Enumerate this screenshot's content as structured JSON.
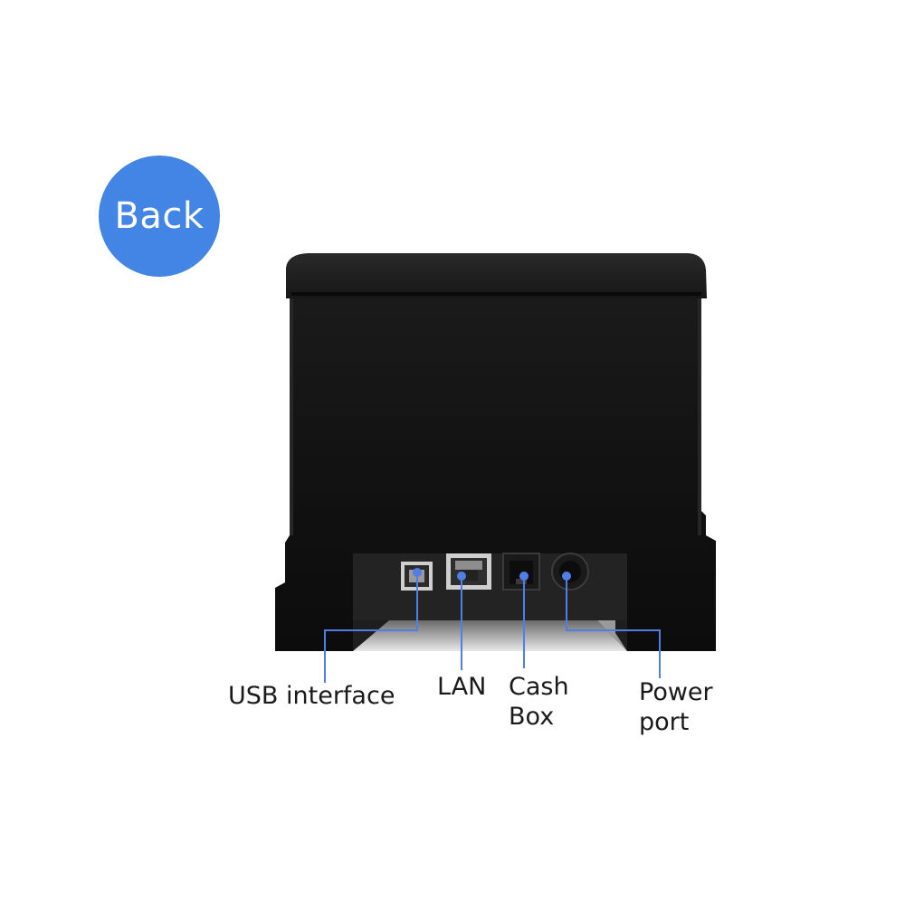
{
  "badge": {
    "text": "Back",
    "color": "#4285e4"
  },
  "colors": {
    "accent": "#4f7fe6",
    "body": "#141414",
    "background": "#ffffff"
  },
  "ports": [
    {
      "name": "usb",
      "icon": "usb-b-port-icon",
      "label_lines": [
        "USB interface"
      ]
    },
    {
      "name": "lan",
      "icon": "rj45-port-icon",
      "label_lines": [
        "LAN"
      ]
    },
    {
      "name": "cash-box",
      "icon": "rj11-port-icon",
      "label_lines": [
        "Cash",
        "Box"
      ]
    },
    {
      "name": "power",
      "icon": "power-port-icon",
      "label_lines": [
        "Power",
        "port"
      ]
    }
  ]
}
